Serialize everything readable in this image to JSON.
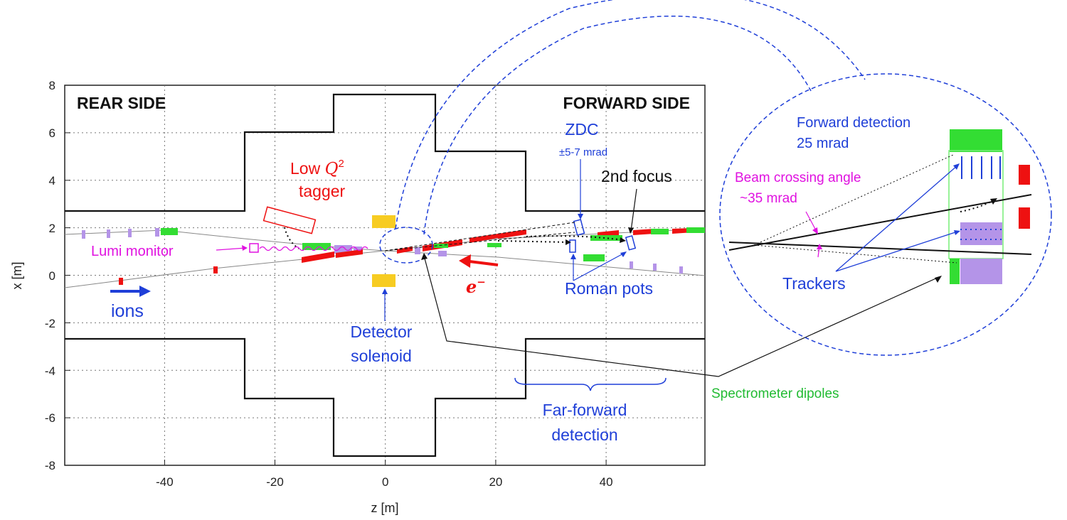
{
  "axes": {
    "xlabel": "z [m]",
    "ylabel": "x [m]",
    "x_ticks": [
      "-40",
      "-20",
      "0",
      "20",
      "40"
    ],
    "y_ticks": [
      "8",
      "6",
      "4",
      "2",
      "0",
      "-2",
      "-4",
      "-6",
      "-8"
    ],
    "xlim": [
      -58,
      58
    ],
    "ylim": [
      -8,
      8
    ]
  },
  "regions": {
    "rear": "REAR SIDE",
    "forward": "FORWARD SIDE"
  },
  "labels": {
    "zdc": "ZDC",
    "zdc_angle": "±5-7 mrad",
    "low_q2_prefix": "Low ",
    "low_q2_q": "Q",
    "low_q2_exp": "2",
    "low_q2_line2": "tagger",
    "second_focus": "2nd focus",
    "lumi_monitor": "Lumi monitor",
    "ions": "ions",
    "electron": "e",
    "electron_sup": "−",
    "roman_pots": "Roman pots",
    "detector_line1": "Detector",
    "detector_line2": "solenoid",
    "far_forward_line1": "Far-forward",
    "far_forward_line2": "detection",
    "spectrometer": "Spectrometer dipoles"
  },
  "inset": {
    "forward_line1": "Forward detection",
    "forward_line2": "25 mrad",
    "crossing_line1": "Beam crossing angle",
    "crossing_line2": "~35 mrad",
    "trackers": "Trackers"
  },
  "colors": {
    "blue": "#1f3fd8",
    "red": "#ee1111",
    "magenta": "#e011e0",
    "green": "#33dd33",
    "purple": "#b494e8",
    "yellow": "#f7cc22"
  }
}
